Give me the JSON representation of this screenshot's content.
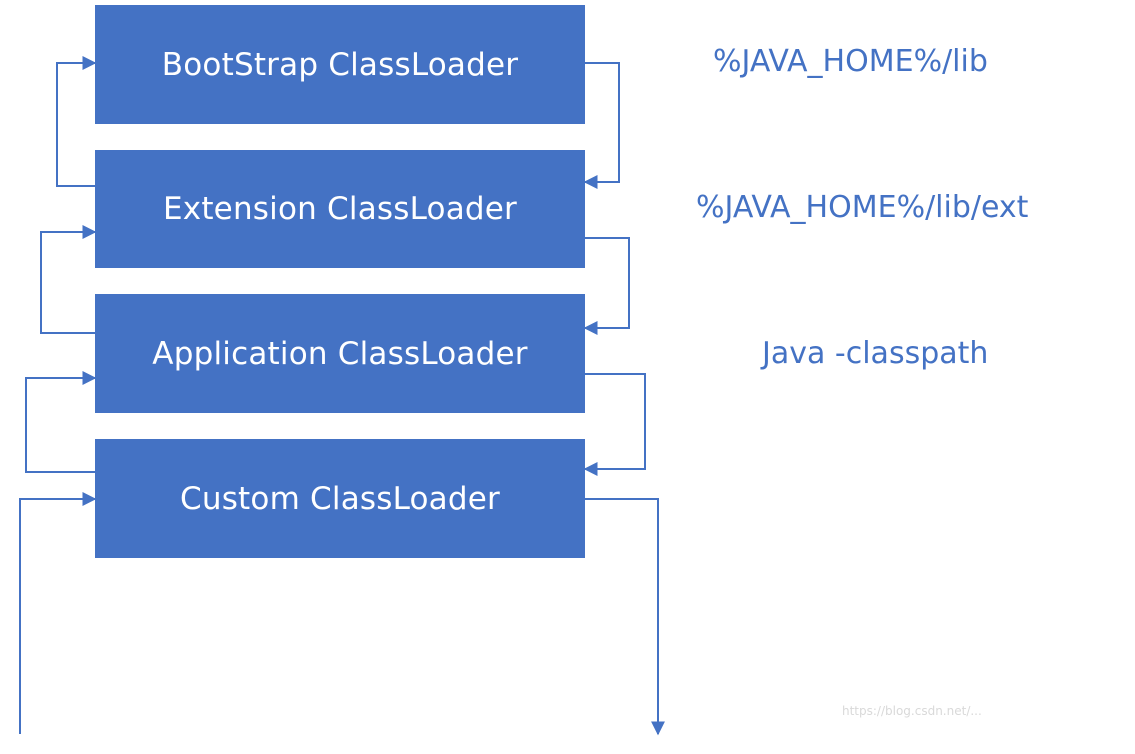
{
  "loaders": [
    {
      "label": "BootStrap ClassLoader",
      "path": "%JAVA_HOME%/lib"
    },
    {
      "label": "Extension ClassLoader",
      "path": "%JAVA_HOME%/lib/ext"
    },
    {
      "label": "Application ClassLoader",
      "path": "Java -classpath"
    },
    {
      "label": "Custom ClassLoader",
      "path": ""
    }
  ],
  "watermark": "https://blog.csdn.net/..."
}
